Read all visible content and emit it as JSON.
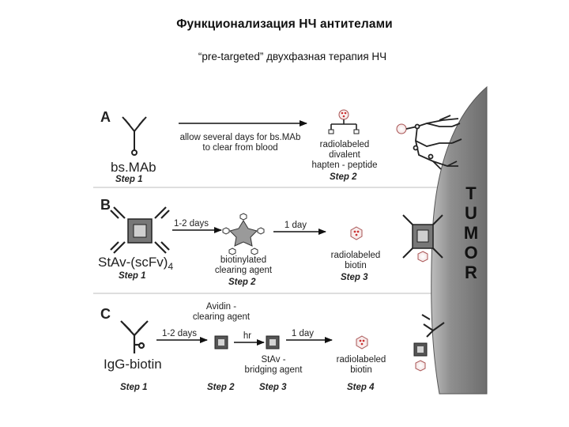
{
  "title": "Функционализация НЧ антителами",
  "subtitle": "“pre-targeted” двухфазная терапия НЧ",
  "tumor_label": "T U M O R",
  "tumor_letters": [
    "T",
    "U",
    "M",
    "O",
    "R"
  ],
  "panels": {
    "A": {
      "letter": "A",
      "agent": "bs.MAb",
      "step1": "Step 1",
      "arrow_text_1": "allow several days for bs.MAb",
      "arrow_text_2": "to clear from blood",
      "product_1": "radiolabeled",
      "product_2": "divalent",
      "product_3": "hapten - peptide",
      "step2": "Step 2"
    },
    "B": {
      "letter": "B",
      "agent": "StAv-(scFv)",
      "agent_sub": "4",
      "step1": "Step 1",
      "arrow1_text": "1-2 days",
      "clear_1": "biotinylated",
      "clear_2": "clearing agent",
      "step2": "Step 2",
      "arrow2_text": "1 day",
      "product_1": "radiolabeled",
      "product_2": "biotin",
      "step3": "Step 3"
    },
    "C": {
      "letter": "C",
      "agent": "IgG-biotin",
      "step1": "Step 1",
      "arrow1_text": "1-2 days",
      "avidin_1": "Avidin -",
      "avidin_2": "clearing agent",
      "step2": "Step 2",
      "hr": "hr",
      "stav_1": "StAv -",
      "stav_2": "bridging agent",
      "step3": "Step 3",
      "arrow3_text": "1 day",
      "product_1": "radiolabeled",
      "product_2": "biotin",
      "step4": "Step 4"
    }
  }
}
